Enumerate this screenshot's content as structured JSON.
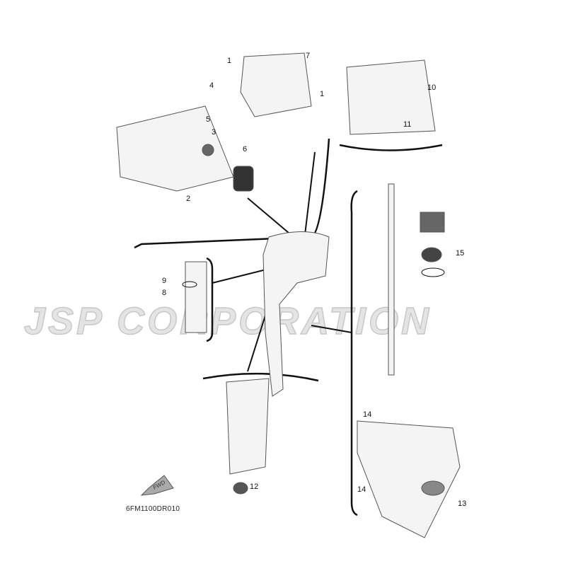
{
  "watermark": "JSP CORPORATION",
  "diagram_code": "6FM1100DR010",
  "fwd_arrow_label": "FWD",
  "callouts": [
    {
      "id": "c1a",
      "text": "1"
    },
    {
      "id": "c7",
      "text": "7"
    },
    {
      "id": "c4",
      "text": "4"
    },
    {
      "id": "c5",
      "text": "5"
    },
    {
      "id": "c3",
      "text": "3"
    },
    {
      "id": "c6",
      "text": "6"
    },
    {
      "id": "c2",
      "text": "2"
    },
    {
      "id": "c1b",
      "text": "1"
    },
    {
      "id": "c10",
      "text": "10"
    },
    {
      "id": "c11",
      "text": "11"
    },
    {
      "id": "c9",
      "text": "9"
    },
    {
      "id": "c8",
      "text": "8"
    },
    {
      "id": "c15",
      "text": "15"
    },
    {
      "id": "c14a",
      "text": "14"
    },
    {
      "id": "c14b",
      "text": "14"
    },
    {
      "id": "c13",
      "text": "13"
    },
    {
      "id": "c12",
      "text": "12"
    }
  ]
}
